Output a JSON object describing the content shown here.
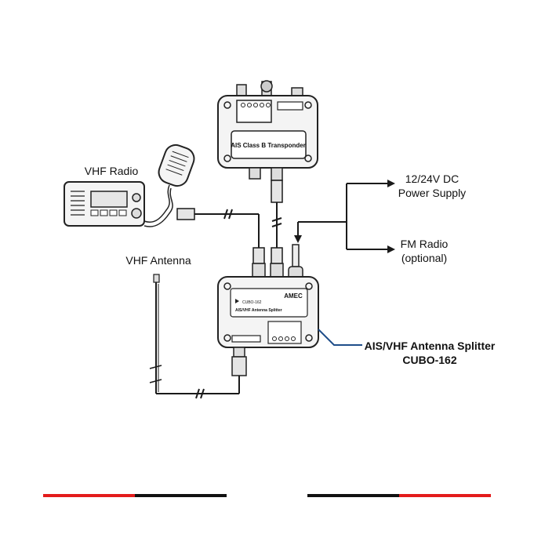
{
  "labels": {
    "vhf_radio": "VHF Radio",
    "vhf_antenna": "VHF Antenna",
    "power_supply_line1": "12/24V DC",
    "power_supply_line2": "Power Supply",
    "fm_radio_line1": "FM Radio",
    "fm_radio_line2": "(optional)",
    "splitter_line1": "AIS/VHF Antenna Splitter",
    "splitter_line2": "CUBO-162"
  },
  "devices": {
    "transponder_panel_text": "AIS Class B Transponder",
    "splitter_model": "CUBO-162",
    "splitter_subtitle": "AIS/VHF Antenna Splitter",
    "splitter_brand": "AMEC"
  },
  "colors": {
    "line": "#1a1a1a",
    "leader_line": "#1f4e8a",
    "accent_red": "#e31b1b",
    "accent_black": "#111111",
    "device_fill": "#f4f4f4",
    "screen_fill": "#e6e6e6"
  },
  "icons": [
    "vhf-radio-icon",
    "microphone-icon",
    "antenna-icon",
    "connector-icon",
    "arrow-icon"
  ]
}
